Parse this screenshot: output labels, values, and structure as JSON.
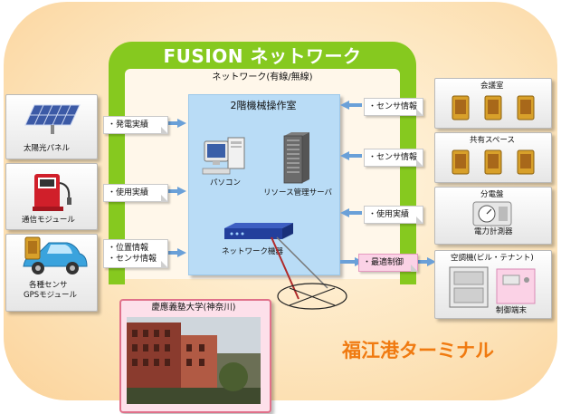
{
  "title": "FUSION ネットワーク",
  "network_caption": "ネットワーク(有線/無線)",
  "center": {
    "title": "2階機械操作室",
    "pc_label": "パソコン",
    "server_label": "リソース管理サーバ",
    "net_label": "ネットワーク機器"
  },
  "left": {
    "solar_label": "太陽光パネル",
    "comm_label": "通信モジュール",
    "car_label_1": "各種センサ",
    "car_label_2": "GPSモジュール"
  },
  "left_tags": {
    "power": "・発電実績",
    "usage": "・使用実績",
    "position": "・位置情報",
    "sensor": "・センサ情報"
  },
  "right": {
    "meeting_label": "会議室",
    "shared_label": "共有スペース",
    "panel_label": "分電盤",
    "meter_label": "電力計測器",
    "ac_label": "空調機(ビル・テナント)",
    "control_label": "制御端末"
  },
  "right_tags": {
    "sensor1": "・センサ情報",
    "sensor2": "・センサ情報",
    "usage": "・使用実績",
    "optimal": "・最適制御"
  },
  "university_label": "慶應義塾大学(神奈川)",
  "terminal_label": "福江港ターミナル",
  "colors": {
    "background_outer": "#fde3b8",
    "green_frame": "#86c91f",
    "center_panel": "#b9dcf6",
    "terminal_text": "#f07a10",
    "uni_border": "#e0708a",
    "optimal_tag": "#fbd2e6"
  }
}
